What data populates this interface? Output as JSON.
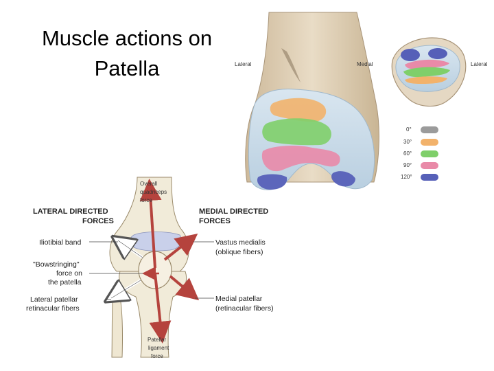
{
  "title": "Muscle actions on Patella",
  "femur_view": {
    "lateral_label": "Lateral",
    "medial_label": "Medial",
    "lateral_label_2": "Lateral"
  },
  "legend": [
    {
      "angle": "0°",
      "color": "#9b9b9b"
    },
    {
      "angle": "30°",
      "color": "#f2b26b"
    },
    {
      "angle": "60°",
      "color": "#7fcf6a"
    },
    {
      "angle": "90°",
      "color": "#e98aa8"
    },
    {
      "angle": "120°",
      "color": "#5660b8"
    }
  ],
  "knee_diagram": {
    "lateral_heading_1": "LATERAL DIRECTED",
    "lateral_heading_2": "FORCES",
    "medial_heading_1": "MEDIAL DIRECTED",
    "medial_heading_2": "FORCES",
    "quad_1": "Overall",
    "quad_2": "quadriceps",
    "quad_3": "force",
    "itb": "Iliotibial band",
    "bow_1": "\"Bowstringing\"",
    "bow_2": "force on",
    "bow_3": "the patella",
    "lpr_1": "Lateral patellar",
    "lpr_2": "retinacular fibers",
    "vm_1": "Vastus medialis",
    "vm_2": "(oblique fibers)",
    "mpr_1": "Medial patellar",
    "mpr_2": "(retinacular fibers)",
    "pl_1": "Patellar",
    "pl_2": "ligament",
    "pl_3": "force"
  }
}
